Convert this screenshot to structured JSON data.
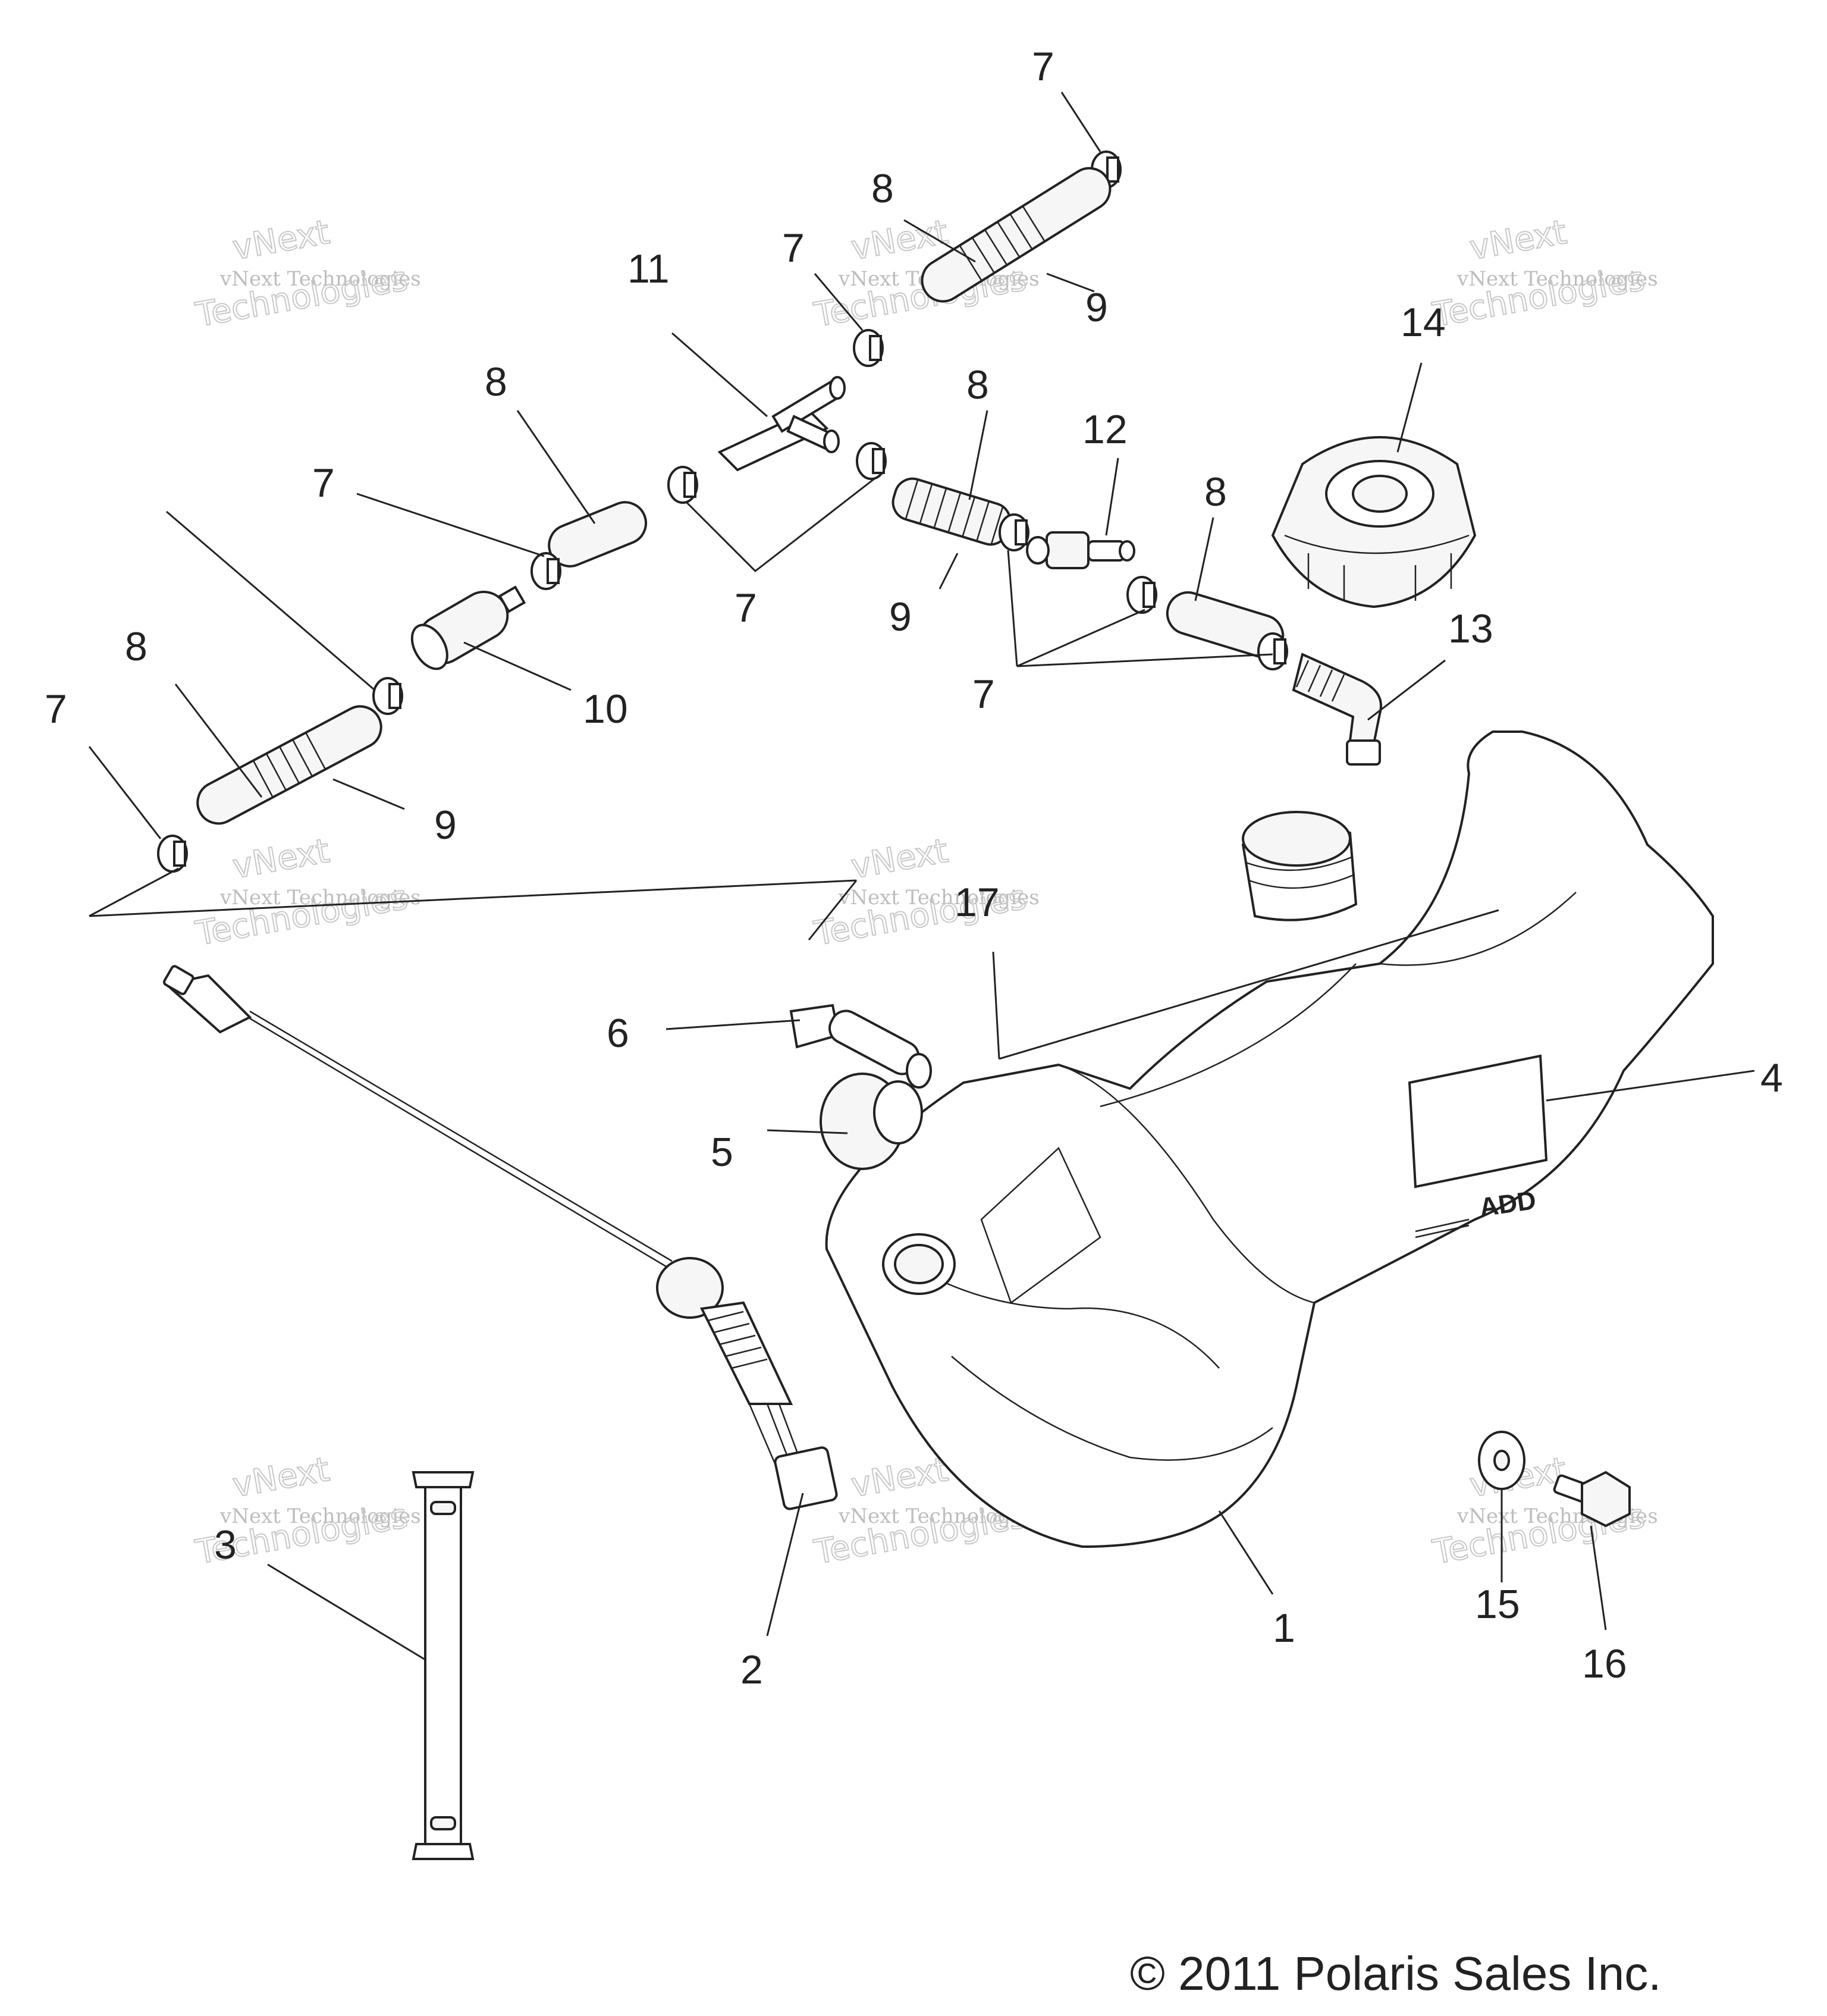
{
  "diagram": {
    "copyright": "© 2011 Polaris Sales Inc.",
    "watermark": {
      "line1": "vNext",
      "line2": "vNext Technologies",
      "line3": "Technologies"
    },
    "callouts": [
      {
        "id": "c7a",
        "label": "7"
      },
      {
        "id": "c8a",
        "label": "8"
      },
      {
        "id": "c9a",
        "label": "9"
      },
      {
        "id": "c7b",
        "label": "7"
      },
      {
        "id": "c11",
        "label": "11"
      },
      {
        "id": "c14",
        "label": "14"
      },
      {
        "id": "c8b",
        "label": "8"
      },
      {
        "id": "c8c",
        "label": "8"
      },
      {
        "id": "c12",
        "label": "12"
      },
      {
        "id": "c7c",
        "label": "7"
      },
      {
        "id": "c8d",
        "label": "8"
      },
      {
        "id": "c7d",
        "label": "7"
      },
      {
        "id": "c9b",
        "label": "9"
      },
      {
        "id": "c13",
        "label": "13"
      },
      {
        "id": "c7e",
        "label": "7"
      },
      {
        "id": "c8e",
        "label": "8"
      },
      {
        "id": "c10",
        "label": "10"
      },
      {
        "id": "c7f",
        "label": "7"
      },
      {
        "id": "c9c",
        "label": "9"
      },
      {
        "id": "c17",
        "label": "17"
      },
      {
        "id": "c6",
        "label": "6"
      },
      {
        "id": "c4",
        "label": "4"
      },
      {
        "id": "c5",
        "label": "5"
      },
      {
        "id": "c3",
        "label": "3"
      },
      {
        "id": "c2",
        "label": "2"
      },
      {
        "id": "c1",
        "label": "1"
      },
      {
        "id": "c15",
        "label": "15"
      },
      {
        "id": "c16",
        "label": "16"
      }
    ],
    "tank_label": "ADD"
  }
}
